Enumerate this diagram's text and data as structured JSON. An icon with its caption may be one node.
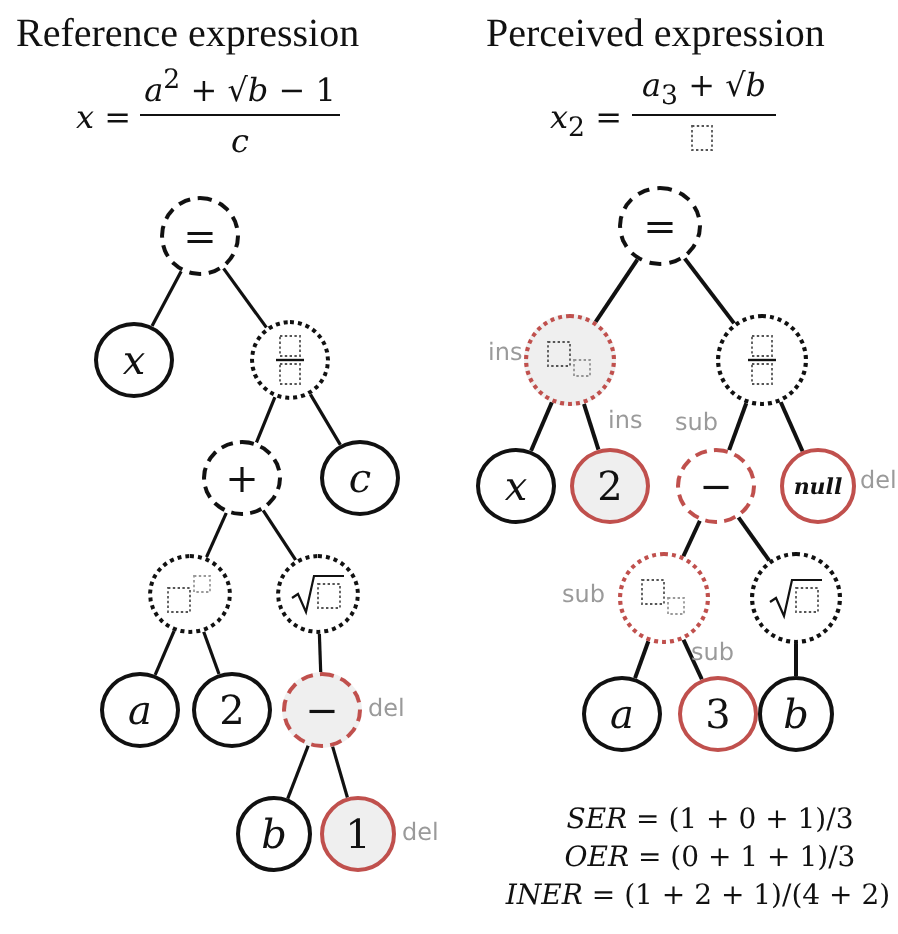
{
  "diagram": {
    "nodes": [
      {
        "text": [
          "="
        ]
      },
      {
        "text": [
          "x"
        ]
      },
      {
        "text": [],
        "shape": "circle"
      },
      {
        "text": [
          "+"
        ]
      },
      {
        "text": [
          "c"
        ]
      },
      {
        "text": [],
        "shape": "circle"
      },
      {
        "text": [],
        "shape": "circle"
      },
      {
        "text": [
          "a"
        ]
      },
      {
        "text": [
          "2"
        ]
      },
      {
        "text": [
          "−"
        ],
        "beside": [
          "del"
        ]
      },
      {
        "text": [
          "b"
        ]
      },
      {
        "text": [
          "1"
        ],
        "beside": [
          "del"
        ]
      },
      {
        "text": [
          "="
        ]
      },
      {
        "text": [],
        "shape": "circle",
        "beside": [
          "ins"
        ]
      },
      {
        "text": [],
        "shape": "circle"
      },
      {
        "text": [
          "x"
        ]
      },
      {
        "text": [
          "2"
        ]
      },
      {
        "text": [
          "−"
        ]
      },
      {
        "text": [
          "null"
        ],
        "beside": [
          "del"
        ]
      },
      {
        "text": [],
        "shape": "circle",
        "beside": [
          "sub"
        ]
      },
      {
        "text": [],
        "shape": "circle"
      },
      {
        "text": [
          "a"
        ]
      },
      {
        "text": [
          "3"
        ]
      },
      {
        "text": [
          "b"
        ]
      }
    ],
    "edges": [
      {
        "from": 0,
        "to": 1,
        "arrow": "none"
      },
      {
        "from": 0,
        "to": 2,
        "arrow": "none"
      },
      {
        "from": 2,
        "to": 3,
        "arrow": "none"
      },
      {
        "from": 2,
        "to": 4,
        "arrow": "none"
      },
      {
        "from": 3,
        "to": 5,
        "arrow": "none"
      },
      {
        "from": 3,
        "to": 6,
        "arrow": "none"
      },
      {
        "from": 5,
        "to": 7,
        "arrow": "none"
      },
      {
        "from": 5,
        "to": 8,
        "arrow": "none"
      },
      {
        "from": 6,
        "to": 9,
        "arrow": "none"
      },
      {
        "from": 9,
        "to": 10,
        "arrow": "none"
      },
      {
        "from": 9,
        "to": 11,
        "arrow": "none"
      },
      {
        "from": 12,
        "to": 13,
        "arrow": "none"
      },
      {
        "from": 12,
        "to": 14,
        "arrow": "none"
      },
      {
        "from": 13,
        "to": 15,
        "arrow": "none"
      },
      {
        "from": 13,
        "to": 16,
        "arrow": "none",
        "label": "ins"
      },
      {
        "from": 14,
        "to": 17,
        "arrow": "none",
        "label": "sub"
      },
      {
        "from": 14,
        "to": 18,
        "arrow": "none"
      },
      {
        "from": 17,
        "to": 19,
        "arrow": "none"
      },
      {
        "from": 17,
        "to": 20,
        "arrow": "none"
      },
      {
        "from": 19,
        "to": 21,
        "arrow": "none"
      },
      {
        "from": 19,
        "to": 22,
        "arrow": "none",
        "label": "sub"
      },
      {
        "from": 20,
        "to": 23,
        "arrow": "none"
      }
    ],
    "labels": [
      "Reference expression",
      "Perceived expression",
      "*x* =",
      "*a*$^{2}$ + √*b* − 1",
      "*c*",
      "*x*$_{2}$ =",
      "*a*$_{3}$ + √*b*",
      "*SER* = (1 + 0 + 1)/3",
      "*OER* = (0 + 1 + 1)/3",
      "*INER* = (1 + 2 + 1)/(4 + 2)"
    ]
  }
}
